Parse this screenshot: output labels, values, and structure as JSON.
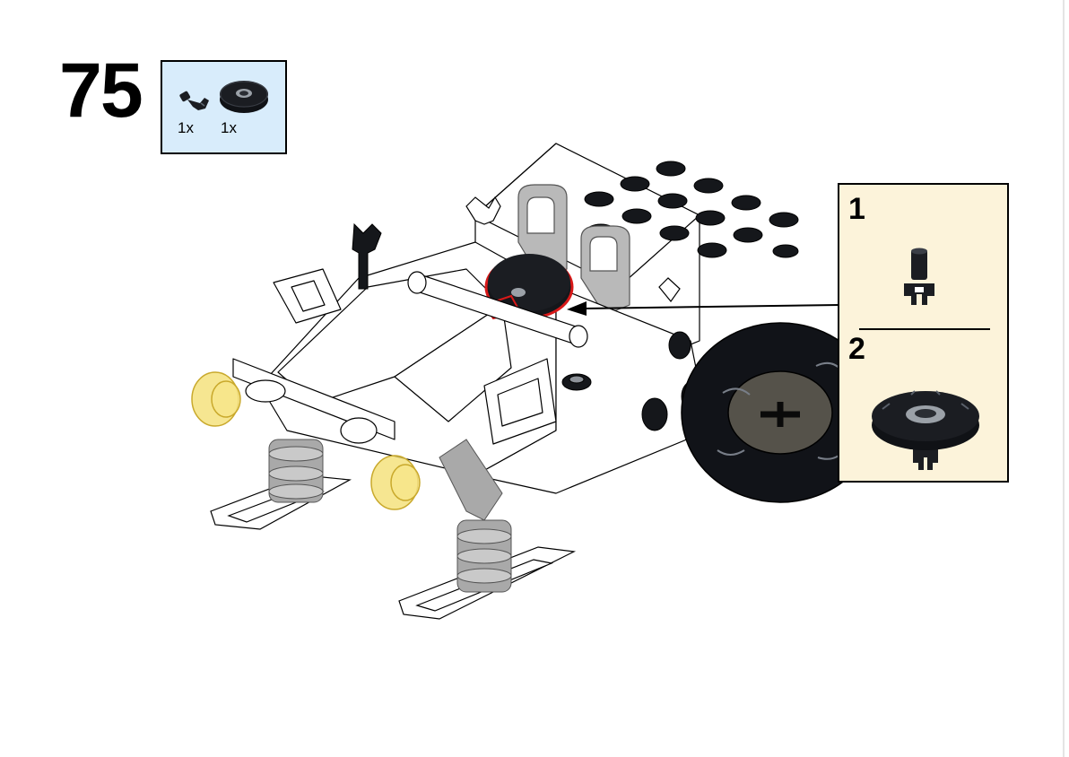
{
  "step": {
    "number": "75"
  },
  "parts_list": {
    "items": [
      {
        "icon": "clip-bar-icon",
        "quantity": "1x"
      },
      {
        "icon": "round-tile-icon",
        "quantity": "1x"
      }
    ]
  },
  "model": {
    "icon": "snowmobile-assembly-icon",
    "highlighted_part": "round-tile-icon"
  },
  "sub_steps": {
    "items": [
      {
        "number": "1",
        "icon": "clip-bar-icon"
      },
      {
        "number": "2",
        "icon": "round-tile-with-clip-icon"
      }
    ]
  },
  "colors": {
    "parts_list_bg": "#d8ecfb",
    "callout_bg": "#fcf3da",
    "highlight_outline": "#d81818",
    "part_black": "#1b1d22",
    "part_gray": "#a9a9a9",
    "trans_yellow": "#f3dd6c"
  }
}
